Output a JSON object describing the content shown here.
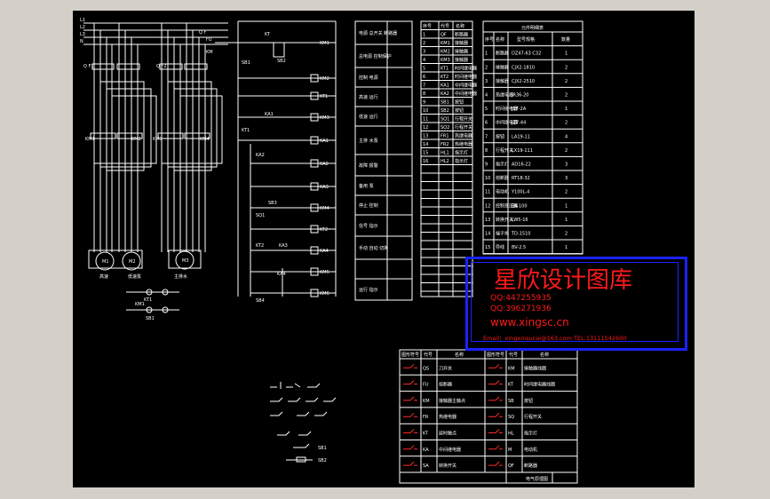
{
  "drawing": {
    "left_panel": {
      "phase_labels": [
        "L1",
        "L2",
        "L3",
        "N"
      ],
      "breaker_labels": [
        "Q F1",
        "Q F2"
      ],
      "contactor_labels": [
        "KM1",
        "KM2",
        "KM3",
        "KM4"
      ],
      "motor_labels": [
        "M1",
        "M2",
        "M3"
      ],
      "motor_captions": [
        "高速",
        "低速泵",
        "主排水"
      ],
      "contactor_circuit_labels": [
        "KT1",
        "KM1",
        "SB1"
      ]
    },
    "control_panel": {
      "top_labels": [
        "Q F",
        "FU",
        "KM",
        "KT",
        "SB1",
        "SB2"
      ],
      "coil_labels": [
        "KM1",
        "KM2",
        "KT1",
        "KM3",
        "KA1",
        "KA2",
        "KA3",
        "KM4",
        "KT2",
        "KA4",
        "KM5",
        "KM6"
      ],
      "contact_labels": [
        "KA1",
        "KT1",
        "KA2",
        "SB3",
        "SQ1",
        "KT2",
        "KA3",
        "KA4",
        "SB4"
      ]
    },
    "function_table": {
      "rows": [
        "电源 总开关 断路器",
        "总电源 控制保护",
        "控制 电源",
        "高速 运行",
        "低速 运行",
        "主排 水泵",
        "故障 报警",
        "备用 泵",
        "停止 控制",
        "信号 指示",
        "手动 自动 切换",
        "运行 指示"
      ]
    },
    "io_table": {
      "headers": [
        "序号",
        "代号",
        "名称"
      ],
      "rows": [
        [
          "1",
          "QF",
          "断路器"
        ],
        [
          "2",
          "KM1",
          "接触器"
        ],
        [
          "3",
          "KM2",
          "接触器"
        ],
        [
          "4",
          "KM3",
          "接触器"
        ],
        [
          "5",
          "KT1",
          "时间继电器"
        ],
        [
          "6",
          "KT2",
          "时间继电器"
        ],
        [
          "7",
          "KA1",
          "中间继电器"
        ],
        [
          "8",
          "KA2",
          "中间继电器"
        ],
        [
          "9",
          "SB1",
          "按钮"
        ],
        [
          "10",
          "SB2",
          "按钮"
        ],
        [
          "11",
          "SQ1",
          "行程开关"
        ],
        [
          "12",
          "SQ2",
          "行程开关"
        ],
        [
          "13",
          "FR1",
          "热继电器"
        ],
        [
          "14",
          "FR2",
          "热继电器"
        ],
        [
          "15",
          "HL1",
          "指示灯"
        ],
        [
          "16",
          "HL2",
          "指示灯"
        ]
      ]
    },
    "component_table": {
      "title": "元件明细表",
      "headers": [
        "序号",
        "名称",
        "型号规格",
        "数量"
      ],
      "rows": [
        [
          "1",
          "断路器",
          "DZ47-63 C32",
          "1"
        ],
        [
          "2",
          "接触器",
          "CJX2-1810",
          "2"
        ],
        [
          "3",
          "接触器",
          "CJX2-2510",
          "2"
        ],
        [
          "4",
          "热继电器",
          "JR36-20",
          "2"
        ],
        [
          "5",
          "时间继电器",
          "JS7-2A",
          "1"
        ],
        [
          "6",
          "中间继电器",
          "JZ7-44",
          "2"
        ],
        [
          "7",
          "按钮",
          "LA19-11",
          "4"
        ],
        [
          "8",
          "行程开关",
          "LX19-111",
          "2"
        ],
        [
          "9",
          "指示灯",
          "AD16-22",
          "3"
        ],
        [
          "10",
          "熔断器",
          "RT18-32",
          "3"
        ],
        [
          "11",
          "电动机",
          "Y100L-4",
          "2"
        ],
        [
          "12",
          "控制变压器",
          "BK-100",
          "1"
        ],
        [
          "13",
          "转换开关",
          "LW5-16",
          "1"
        ],
        [
          "14",
          "端子排",
          "TD-1510",
          "2"
        ],
        [
          "15",
          "导线",
          "BV-2.5",
          "1"
        ]
      ]
    },
    "legend_table": {
      "headers": [
        "图形符号",
        "代号",
        "名称",
        "图形符号",
        "代号",
        "名称"
      ],
      "rows": [
        [
          "QS",
          "刀开关",
          "KM",
          "接触器线圈"
        ],
        [
          "FU",
          "熔断器",
          "KT",
          "时间继电器线圈"
        ],
        [
          "KM",
          "接触器主触点",
          "SB",
          "按钮"
        ],
        [
          "FR",
          "热继电器",
          "SQ",
          "行程开关"
        ],
        [
          "KT",
          "延时触点",
          "HL",
          "指示灯"
        ],
        [
          "KA",
          "中间继电器",
          "M",
          "电动机"
        ],
        [
          "SA",
          "转换开关",
          "QF",
          "断路器"
        ]
      ],
      "footer": "电气原理图"
    },
    "symbol_notes": [
      "SB1",
      "SB2"
    ]
  },
  "watermark": {
    "title": "星欣设计图库",
    "qq1": "QQ:447255935",
    "qq2": "QQ:396271936",
    "website": "www.xingsc.cn",
    "contact": "Email：xingxinsucai@163.com   TEL:13111542600"
  },
  "colors": {
    "background": "#000000",
    "window": "#d4d0c8",
    "lines": "#ffffff",
    "watermark_red": "#ff1a1a",
    "watermark_blue": "#1b22ff"
  }
}
